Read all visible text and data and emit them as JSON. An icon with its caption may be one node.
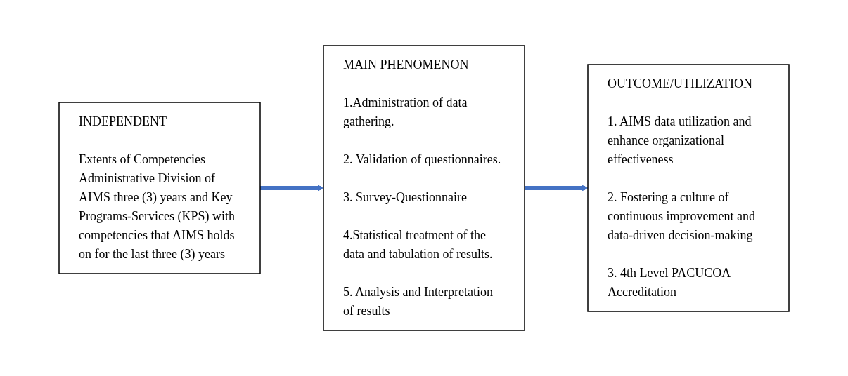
{
  "diagram": {
    "nodes": [
      {
        "text": [
          "INDEPENDENT",
          "Extents of Competencies Administrative Division of AIMS three (3) years and Key Programs-Services (KPS) with competencies that AIMS holds on for the last three (3) years"
        ]
      },
      {
        "text": [
          "MAIN PHENOMENON",
          "1.Administration of data gathering.",
          "2. Validation of questionnaires.",
          "3. Survey-Questionnaire",
          "4.Statistical treatment of the data and tabulation of results.",
          "5. Analysis and Interpretation of results"
        ]
      },
      {
        "text": [
          "OUTCOME/UTILIZATION",
          "1. AIMS data utilization and enhance organizational effectiveness",
          "2. Fostering a culture of continuous improvement and data-driven decision-making",
          "3. 4th Level PACUCOA Accreditation"
        ]
      }
    ],
    "edges": [
      {
        "from": 0,
        "to": 1,
        "arrow": "to"
      },
      {
        "from": 1,
        "to": 2,
        "arrow": "to"
      }
    ]
  }
}
